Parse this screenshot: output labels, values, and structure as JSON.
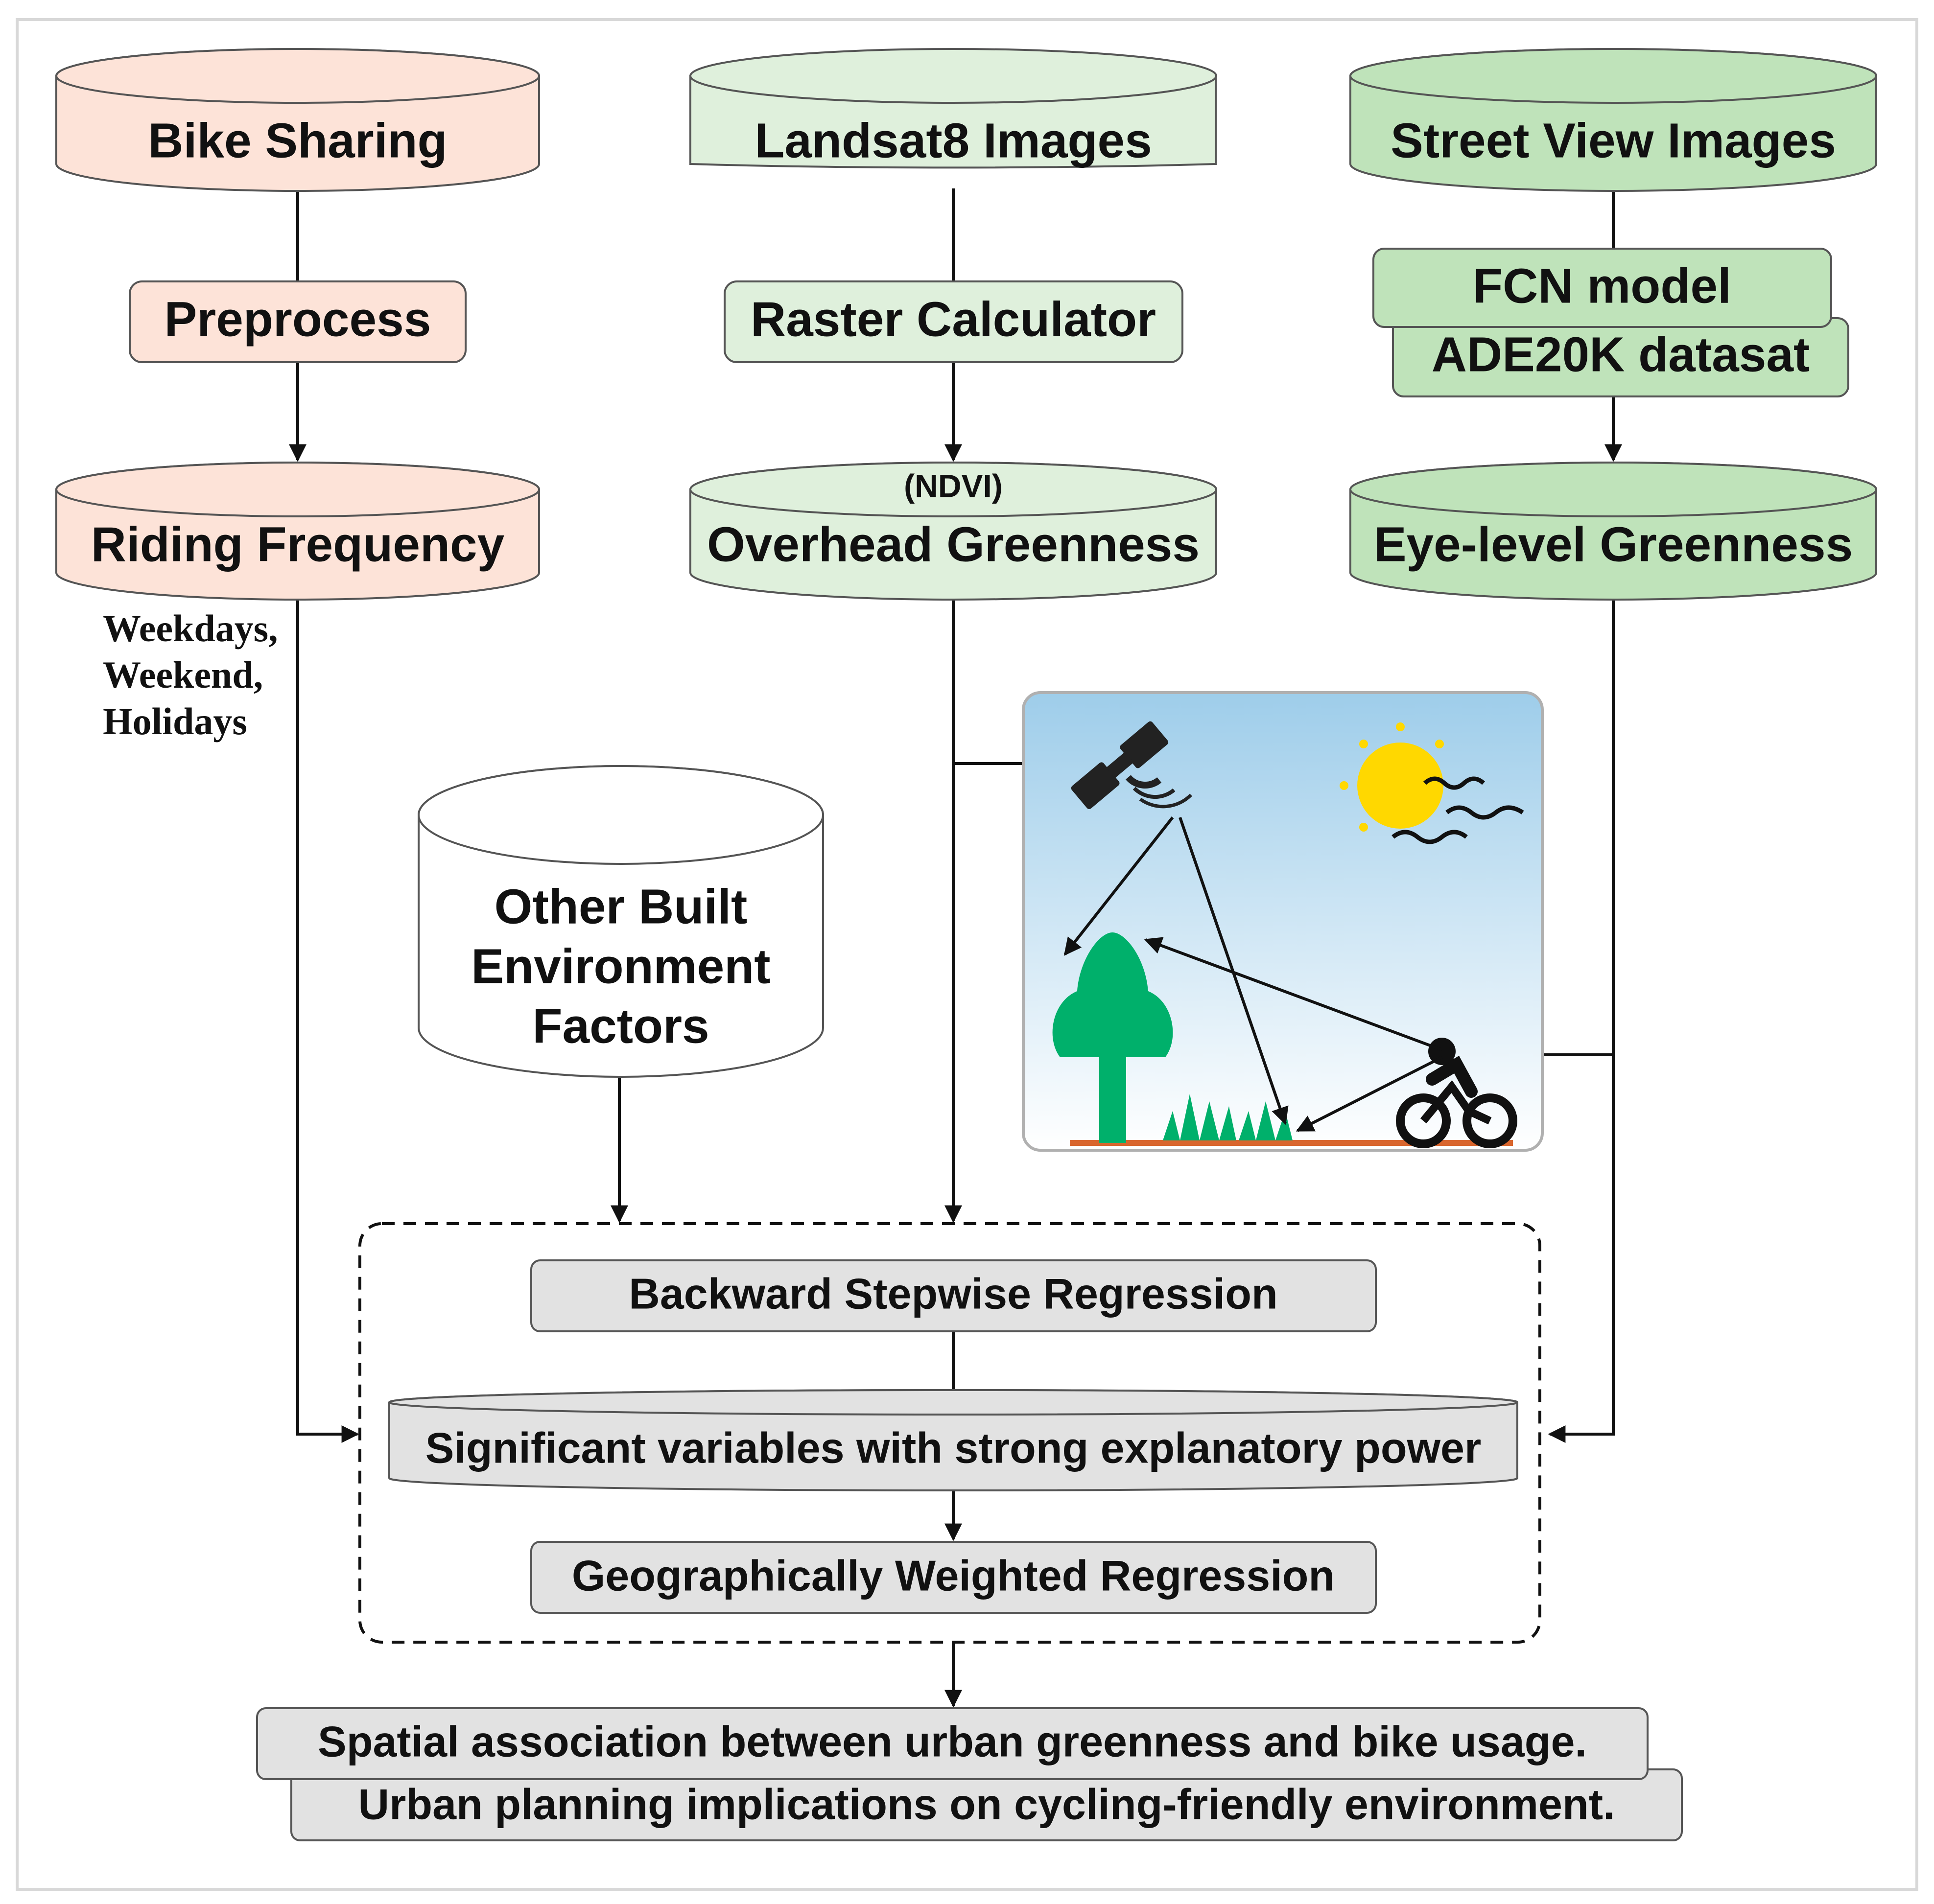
{
  "colors": {
    "bike_fill": "#fde3d8",
    "green_fill": "#dff0dc",
    "street_fill": "#bfe3ba",
    "gray_fill": "#e2e2e2",
    "white_fill": "#ffffff",
    "tree": "#00b06b",
    "sun": "#ffd800",
    "ground": "#d9662e",
    "sky_top": "#9ecdea",
    "sky_bottom": "#ffffff"
  },
  "columns": {
    "bike": {
      "source": "Bike Sharing",
      "process": "Preprocess",
      "output": "Riding Frequency",
      "notes": [
        "Weekdays,",
        "Weekend,",
        "Holidays"
      ]
    },
    "landsat": {
      "source": "Landsat8 Images",
      "process": "Raster Calculator",
      "output_sub": "(NDVI)",
      "output": "Overhead Greenness"
    },
    "street": {
      "source": "Street View Images",
      "process_top": "FCN model",
      "process_bottom": "ADE20K datasat",
      "output": "Eye-level Greenness"
    }
  },
  "other_factors": [
    "Other Built",
    "Environment",
    "Factors"
  ],
  "analysis": {
    "step1": "Backward Stepwise Regression",
    "step2": "Significant variables with strong explanatory power",
    "step3": "Geographically Weighted Regression"
  },
  "results": {
    "line1": "Spatial association between urban greenness and bike usage.",
    "line2": "Urban planning implications on cycling-friendly environment."
  },
  "illustration": {
    "icons": [
      "satellite-icon",
      "sun-icon",
      "wind-icon",
      "tree-icon",
      "grass-icon",
      "cyclist-icon"
    ]
  }
}
